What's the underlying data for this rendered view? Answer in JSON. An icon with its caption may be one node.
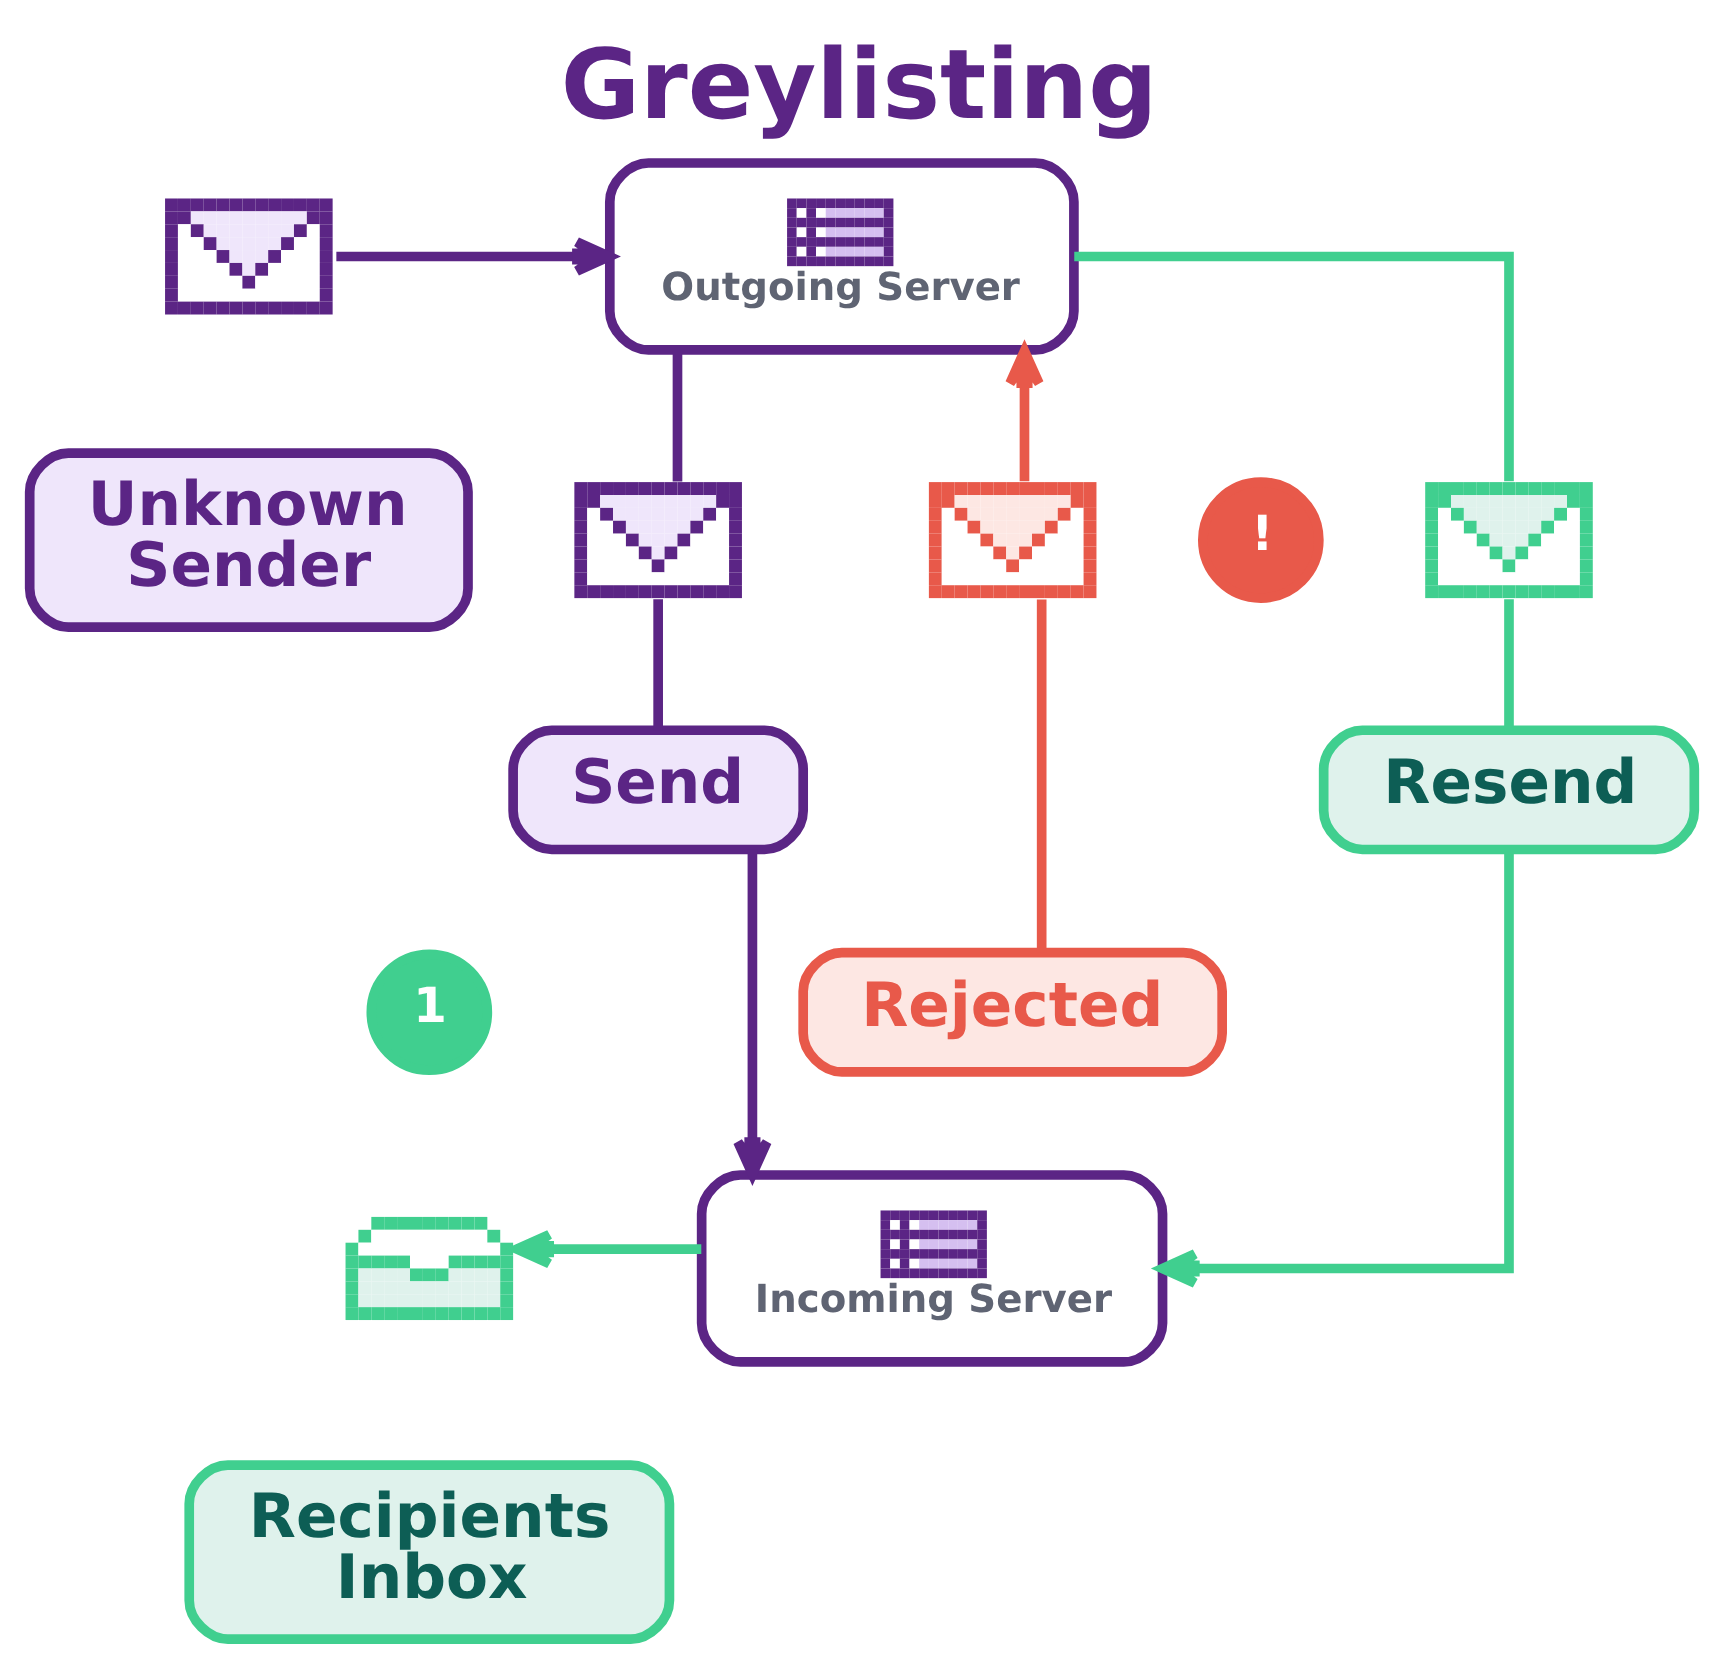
{
  "diagram": {
    "title": "Greylisting",
    "nodes": [
      {
        "text": [],
        "shape": "picture"
      },
      {
        "text": [
          "Outgoing Server"
        ]
      },
      {
        "text": [
          "Unknown Sender"
        ]
      },
      {
        "text": [],
        "shape": "picture"
      },
      {
        "text": [],
        "shape": "picture"
      },
      {
        "text": [
          "!"
        ]
      },
      {
        "text": [],
        "shape": "picture"
      },
      {
        "text": [
          "Send"
        ]
      },
      {
        "text": [
          "Resend"
        ]
      },
      {
        "text": [
          "Rejected"
        ]
      },
      {
        "text": [
          "Incoming Server"
        ]
      },
      {
        "text": [
          "1"
        ]
      },
      {
        "text": [],
        "shape": "picture"
      },
      {
        "text": [
          "Recipients Inbox"
        ]
      }
    ],
    "edges": [
      {
        "from": 0,
        "to": 1,
        "arrow": "to",
        "color": "#5b2585"
      },
      {
        "from": 1,
        "to": 3,
        "arrow": "none",
        "color": "#5b2585"
      },
      {
        "from": 3,
        "to": 7,
        "arrow": "none",
        "color": "#5b2585"
      },
      {
        "from": 7,
        "to": 10,
        "arrow": "to",
        "color": "#5b2585"
      },
      {
        "from": 9,
        "to": 4,
        "arrow": "none",
        "color": "#e8594a"
      },
      {
        "from": 4,
        "to": 1,
        "arrow": "to",
        "color": "#e8594a"
      },
      {
        "from": 1,
        "to": 6,
        "arrow": "none",
        "color": "#40cf8f"
      },
      {
        "from": 6,
        "to": 8,
        "arrow": "none",
        "color": "#40cf8f"
      },
      {
        "from": 8,
        "to": 10,
        "arrow": "to",
        "color": "#40cf8f"
      },
      {
        "from": 10,
        "to": 12,
        "arrow": "to",
        "color": "#40cf8f"
      }
    ]
  }
}
